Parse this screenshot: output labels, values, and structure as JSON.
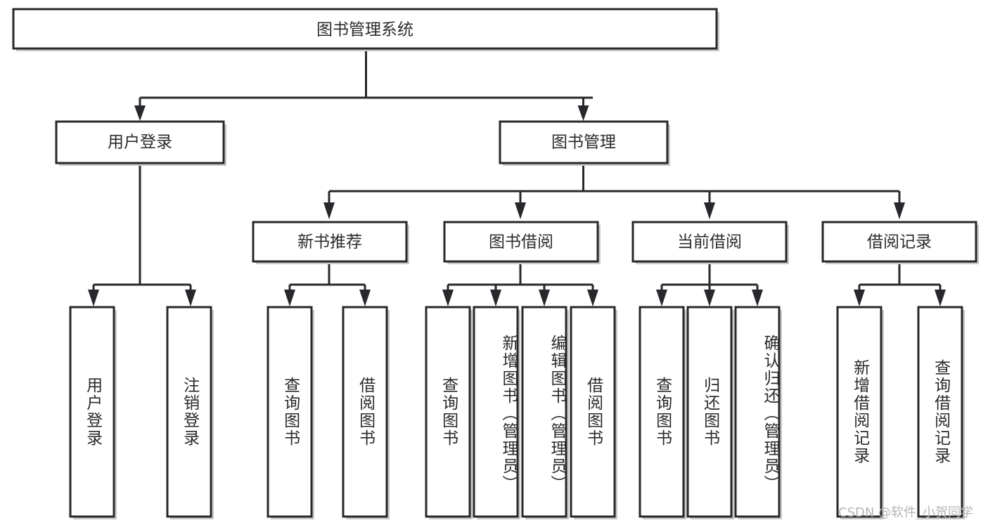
{
  "diagram": {
    "title": "图书管理系统",
    "type": "hierarchy-tree",
    "watermark": "CSDN @软件_小贺同学",
    "colors": {
      "stroke": "#26282b",
      "box_fill": "#ffffff",
      "text": "#2b2b2b",
      "shadow": "#c9c9c9",
      "watermark": "#b6b6b6",
      "background": "#ffffff"
    },
    "levels": {
      "root": {
        "label": "图书管理系统"
      },
      "modules": [
        {
          "label": "用户登录"
        },
        {
          "label": "图书管理"
        }
      ],
      "submodules": [
        {
          "label": "新书推荐"
        },
        {
          "label": "图书借阅"
        },
        {
          "label": "当前借阅"
        },
        {
          "label": "借阅记录"
        }
      ],
      "leaves": [
        {
          "label": "用户登录",
          "parent": "用户登录"
        },
        {
          "label": "注销登录",
          "parent": "用户登录"
        },
        {
          "label": "查询图书",
          "parent": "新书推荐"
        },
        {
          "label": "借阅图书",
          "parent": "新书推荐"
        },
        {
          "label": "查询图书",
          "parent": "图书借阅"
        },
        {
          "label": "新增图书（管理员）",
          "parent": "图书借阅"
        },
        {
          "label": "编辑图书（管理员）",
          "parent": "图书借阅"
        },
        {
          "label": "借阅图书",
          "parent": "图书借阅"
        },
        {
          "label": "查询图书",
          "parent": "当前借阅"
        },
        {
          "label": "归还图书",
          "parent": "当前借阅"
        },
        {
          "label": "确认归还（管理员）",
          "parent": "当前借阅"
        },
        {
          "label": "新增借阅记录",
          "parent": "借阅记录"
        },
        {
          "label": "查询借阅记录",
          "parent": "借阅记录"
        }
      ]
    }
  }
}
